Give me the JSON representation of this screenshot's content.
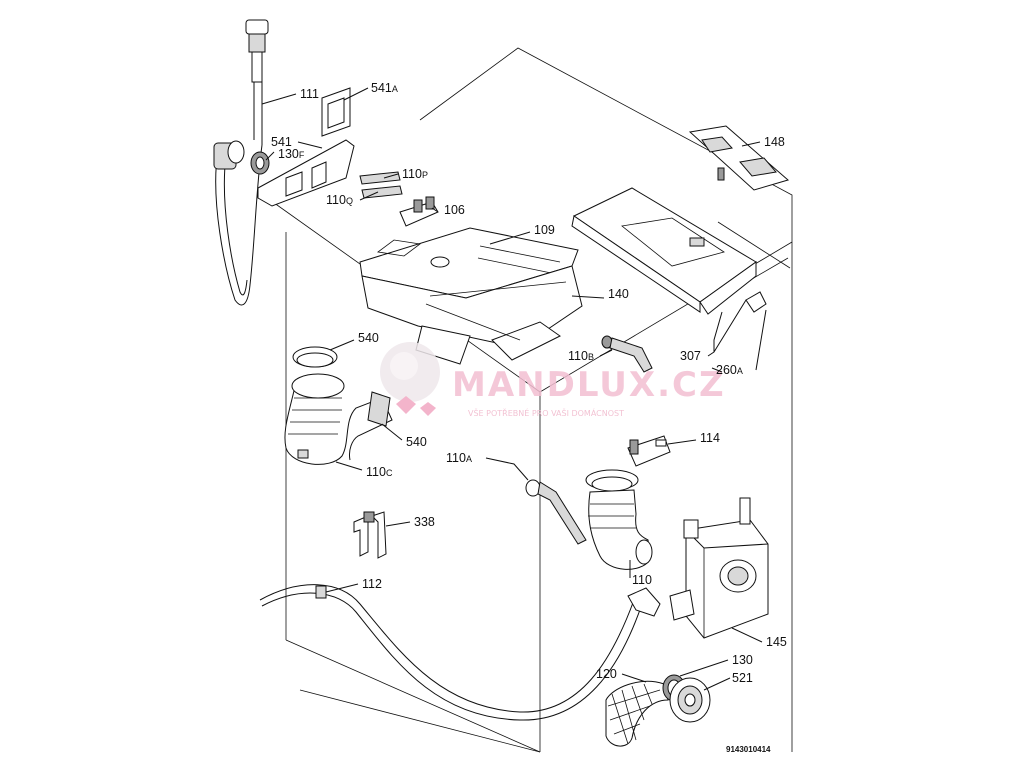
{
  "diagram": {
    "title": "",
    "drawing_code": "9143010414",
    "watermark": {
      "brand": "MANDLUX.CZ",
      "tagline": "VŠE POTŘEBNÉ PRO VAŠI DOMÁCNOST"
    },
    "labels": [
      {
        "id": "111",
        "main": "111",
        "suffix": ""
      },
      {
        "id": "541A",
        "main": "541",
        "suffix": "A"
      },
      {
        "id": "541",
        "main": "541",
        "suffix": ""
      },
      {
        "id": "130F",
        "main": "130",
        "suffix": "F"
      },
      {
        "id": "110P",
        "main": "110",
        "suffix": "P"
      },
      {
        "id": "110Q",
        "main": "110",
        "suffix": "Q"
      },
      {
        "id": "106",
        "main": "106",
        "suffix": ""
      },
      {
        "id": "109",
        "main": "109",
        "suffix": ""
      },
      {
        "id": "148",
        "main": "148",
        "suffix": ""
      },
      {
        "id": "140",
        "main": "140",
        "suffix": ""
      },
      {
        "id": "540-top",
        "main": "540",
        "suffix": ""
      },
      {
        "id": "110B",
        "main": "110",
        "suffix": "B"
      },
      {
        "id": "307",
        "main": "307",
        "suffix": ""
      },
      {
        "id": "260A",
        "main": "260",
        "suffix": "A"
      },
      {
        "id": "540-bottom",
        "main": "540",
        "suffix": ""
      },
      {
        "id": "110C",
        "main": "110",
        "suffix": "C"
      },
      {
        "id": "114",
        "main": "114",
        "suffix": ""
      },
      {
        "id": "110A",
        "main": "110",
        "suffix": "A"
      },
      {
        "id": "338",
        "main": "338",
        "suffix": ""
      },
      {
        "id": "112",
        "main": "112",
        "suffix": ""
      },
      {
        "id": "110",
        "main": "110",
        "suffix": ""
      },
      {
        "id": "145",
        "main": "145",
        "suffix": ""
      },
      {
        "id": "130",
        "main": "130",
        "suffix": ""
      },
      {
        "id": "120",
        "main": "120",
        "suffix": ""
      },
      {
        "id": "521",
        "main": "521",
        "suffix": ""
      }
    ]
  }
}
